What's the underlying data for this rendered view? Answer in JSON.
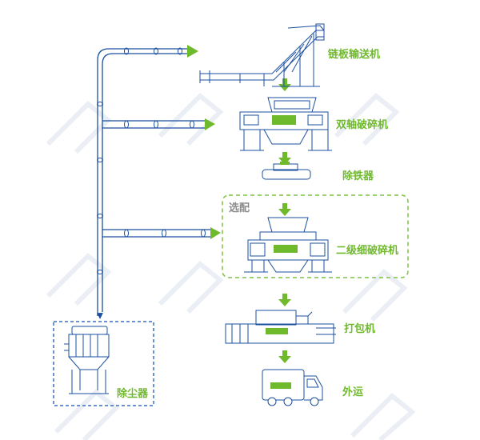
{
  "steps": {
    "conveyor": "链板输送机",
    "shredder": "双轴破碎机",
    "magnet": "除铁器",
    "fine_shredder": "二级细破碎机",
    "baler": "打包机",
    "transport": "外运"
  },
  "optional_label": "选配",
  "dust_collector": "除尘器",
  "colors": {
    "line": "#1a4fa0",
    "accent": "#6fb92c",
    "box_green": "#7cc242",
    "box_blue": "#3c6fc0"
  }
}
